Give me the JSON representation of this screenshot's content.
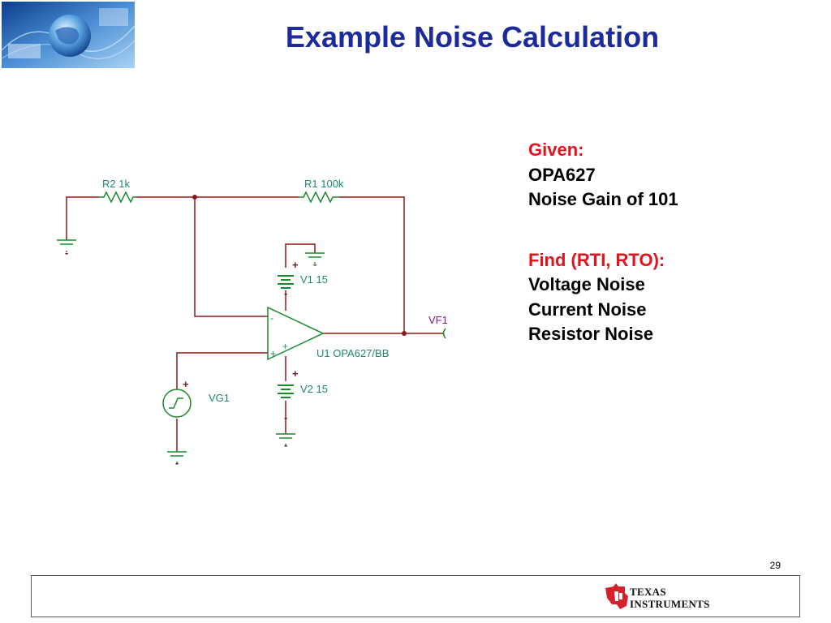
{
  "title": "Example Noise Calculation",
  "page_number": "29",
  "schematic": {
    "r2_label": "R2 1k",
    "r1_label": "R1 100k",
    "v1_label": "V1 15",
    "v2_label": "V2 15",
    "opamp_label": "U1 OPA627/BB",
    "vg_label": "VG1",
    "vf_label": "VF1",
    "plus": "+",
    "minus": "-"
  },
  "info": {
    "given_heading": "Given:",
    "given_items": [
      "OPA627",
      "Noise Gain of 101"
    ],
    "find_heading": "Find (RTI, RTO):",
    "find_items": [
      "Voltage Noise",
      "Current Noise",
      "Resistor Noise"
    ]
  },
  "footer": {
    "brand_line1": "Texas",
    "brand_line2": "Instruments"
  },
  "colors": {
    "title": "#1c2a9a",
    "wire": "#8a1a1a",
    "component": "#1a8a2a",
    "label": "#1a8a70",
    "red_heading": "#e0141e"
  }
}
